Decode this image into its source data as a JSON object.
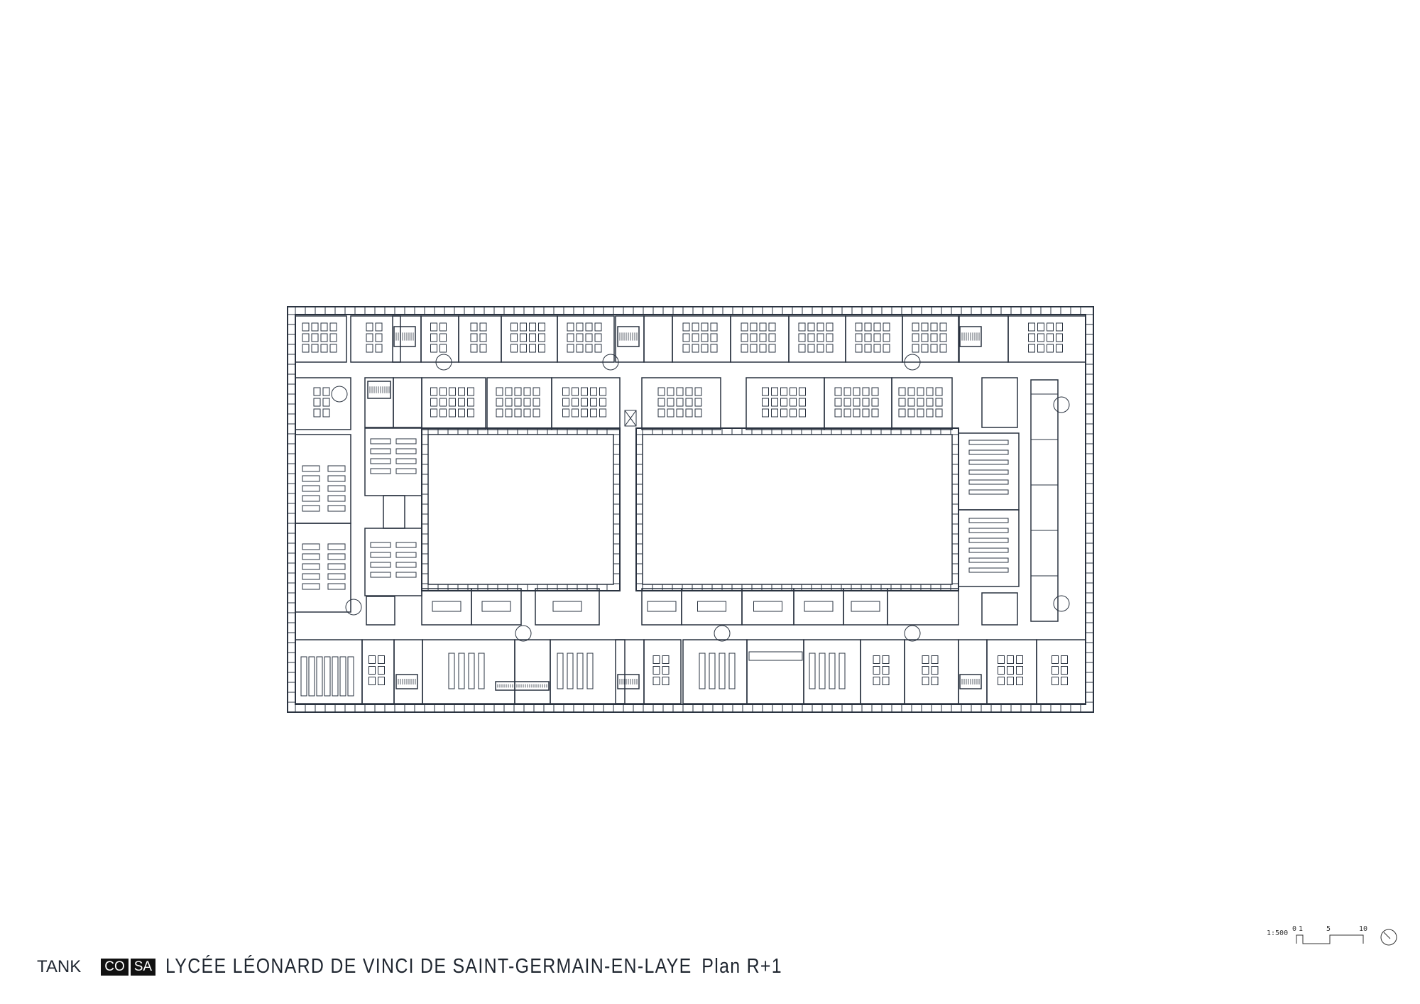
{
  "footer": {
    "office": "TANK",
    "logo": [
      "CO",
      "SA"
    ],
    "title": "LYCÉE LÉONARD DE VINCI DE SAINT-GERMAIN-EN-LAYE",
    "subtitle": "Plan R+1"
  },
  "scale_bar": {
    "ratio": "1:500",
    "ticks": [
      "0",
      "1",
      "5",
      "10"
    ]
  },
  "north_arrow": "north-arrow-icon",
  "colors": {
    "line": "#2a3340",
    "background": "#ffffff"
  }
}
